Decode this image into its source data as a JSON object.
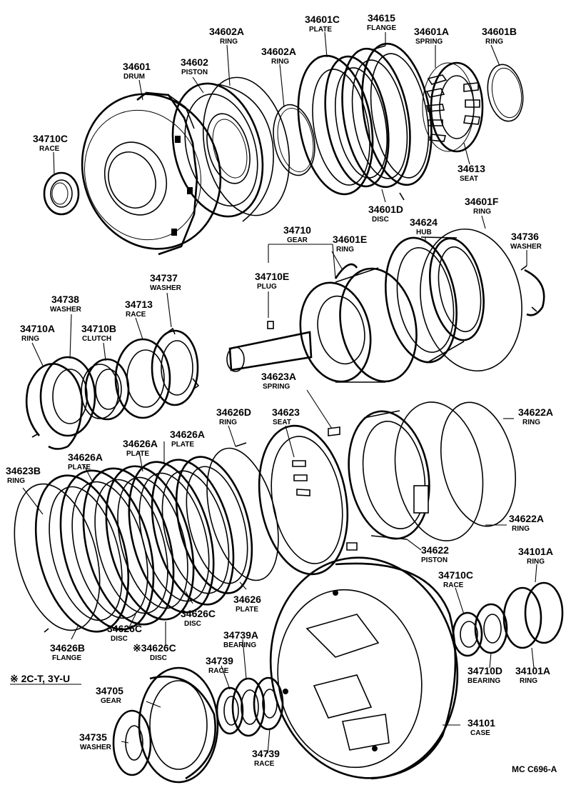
{
  "parts": [
    {
      "id": "p1",
      "number": "34601",
      "name": "DRUM"
    },
    {
      "id": "p2",
      "number": "34602",
      "name": "PISTON"
    },
    {
      "id": "p3",
      "number": "34602A",
      "name": "RING"
    },
    {
      "id": "p4",
      "number": "34602A",
      "name": "RING"
    },
    {
      "id": "p5",
      "number": "34601C",
      "name": "PLATE"
    },
    {
      "id": "p6",
      "number": "34615",
      "name": "FLANGE"
    },
    {
      "id": "p7",
      "number": "34601A",
      "name": "SPRING"
    },
    {
      "id": "p8",
      "number": "34601B",
      "name": "RING"
    },
    {
      "id": "p9",
      "number": "34710C",
      "name": "RACE"
    },
    {
      "id": "p10",
      "number": "34613",
      "name": "SEAT"
    },
    {
      "id": "p11",
      "number": "34601D",
      "name": "DISC"
    },
    {
      "id": "p12",
      "number": "34601F",
      "name": "RING"
    },
    {
      "id": "p13",
      "number": "34624",
      "name": "HUB"
    },
    {
      "id": "p14",
      "number": "34736",
      "name": "WASHER"
    },
    {
      "id": "p15",
      "number": "34710",
      "name": "GEAR"
    },
    {
      "id": "p16",
      "number": "34601E",
      "name": "RING"
    },
    {
      "id": "p17",
      "number": "34710E",
      "name": "PLUG"
    },
    {
      "id": "p18",
      "number": "34737",
      "name": "WASHER"
    },
    {
      "id": "p19",
      "number": "34738",
      "name": "WASHER"
    },
    {
      "id": "p20",
      "number": "34713",
      "name": "RACE"
    },
    {
      "id": "p21",
      "number": "34710A",
      "name": "RING"
    },
    {
      "id": "p22",
      "number": "34710B",
      "name": "CLUTCH"
    },
    {
      "id": "p23",
      "number": "34623A",
      "name": "SPRING"
    },
    {
      "id": "p24",
      "number": "34626D",
      "name": "RING"
    },
    {
      "id": "p25",
      "number": "34623",
      "name": "SEAT"
    },
    {
      "id": "p26",
      "number": "34622A",
      "name": "RING"
    },
    {
      "id": "p27",
      "number": "34626A",
      "name": "PLATE"
    },
    {
      "id": "p28",
      "number": "34626A",
      "name": "PLATE"
    },
    {
      "id": "p29",
      "number": "34626A",
      "name": "PLATE"
    },
    {
      "id": "p30",
      "number": "34623B",
      "name": "RING"
    },
    {
      "id": "p31",
      "number": "34622A",
      "name": "RING"
    },
    {
      "id": "p32",
      "number": "34622",
      "name": "PISTON"
    },
    {
      "id": "p33",
      "number": "34626",
      "name": "PLATE"
    },
    {
      "id": "p34",
      "number": "34626C",
      "name": "DISC"
    },
    {
      "id": "p35",
      "number": "34101A",
      "name": "RING"
    },
    {
      "id": "p36",
      "number": "34710C",
      "name": "RACE"
    },
    {
      "id": "p37",
      "number": "34626C",
      "name": "DISC"
    },
    {
      "id": "p38",
      "number": "34626B",
      "name": "FLANGE"
    },
    {
      "id": "p39",
      "number": "※34626C",
      "name": "DISC"
    },
    {
      "id": "p40",
      "number": "34739A",
      "name": "BEARING"
    },
    {
      "id": "p41",
      "number": "34739",
      "name": "RACE"
    },
    {
      "id": "p42",
      "number": "34710D",
      "name": "BEARING"
    },
    {
      "id": "p43",
      "number": "34101A",
      "name": "RING"
    },
    {
      "id": "p44",
      "number": "34705",
      "name": "GEAR"
    },
    {
      "id": "p45",
      "number": "34101",
      "name": "CASE"
    },
    {
      "id": "p46",
      "number": "34735",
      "name": "WASHER"
    },
    {
      "id": "p47",
      "number": "34739",
      "name": "RACE"
    }
  ],
  "footnote": "※ 2C-T, 3Y-U",
  "figure_code": "MC  C696-A",
  "colors": {
    "ink": "#000000",
    "paper": "#ffffff"
  }
}
